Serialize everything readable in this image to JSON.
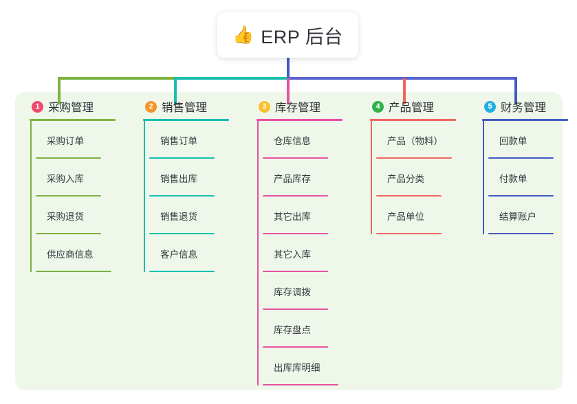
{
  "root": {
    "icon": "thumbs-up-icon",
    "emoji": "👍",
    "title": "ERP 后台"
  },
  "palette": {
    "panel_background": "#eff7ea",
    "page_background": "#ffffff",
    "text": "#2f3338",
    "root_connector": "#4359c4",
    "branch_green": "#6fae34",
    "branch_teal": "#14c3ae",
    "branch_blue": "#5a64cf",
    "branch_pink": "#ec4899",
    "branch_red": "#f1655f"
  },
  "branches": [
    {
      "number": "1",
      "title": "采购管理",
      "badge_color": "#f04a6e",
      "line_color": "#7cb342",
      "items": [
        "采购订单",
        "采购入库",
        "采购退货",
        "供应商信息"
      ]
    },
    {
      "number": "2",
      "title": "销售管理",
      "badge_color": "#f59425",
      "line_color": "#18bfae",
      "items": [
        "销售订单",
        "销售出库",
        "销售退货",
        "客户信息"
      ]
    },
    {
      "number": "3",
      "title": "库存管理",
      "badge_color": "#fbc02d",
      "line_color": "#e8519f",
      "items": [
        "仓库信息",
        "产品库存",
        "其它出库",
        "其它入库",
        "库存调拨",
        "库存盘点",
        "出库库明细"
      ]
    },
    {
      "number": "4",
      "title": "产品管理",
      "badge_color": "#2cb34a",
      "line_color": "#f1655f",
      "items": [
        "产品（物料）",
        "产品分类",
        "产品单位"
      ]
    },
    {
      "number": "5",
      "title": "财务管理",
      "badge_color": "#22aee0",
      "line_color": "#4359c4",
      "items": [
        "回款单",
        "付款单",
        "结算账户"
      ]
    }
  ]
}
